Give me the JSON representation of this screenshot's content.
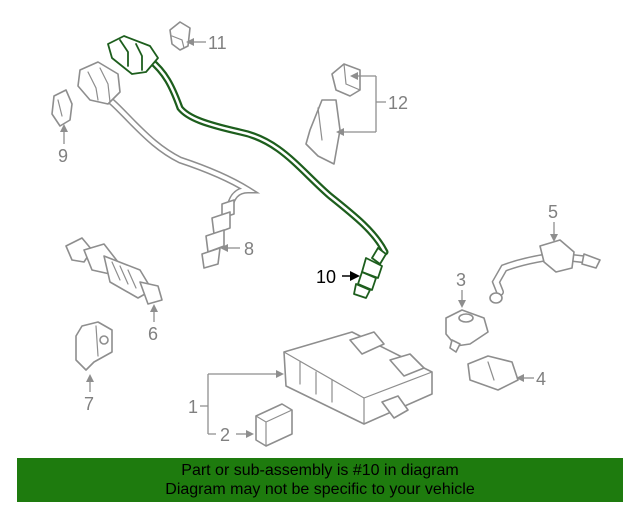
{
  "callouts": {
    "c1": "1",
    "c2": "2",
    "c3": "3",
    "c4": "4",
    "c5": "5",
    "c6": "6",
    "c7": "7",
    "c8": "8",
    "c9": "9",
    "c10": "10",
    "c11": "11",
    "c12": "12"
  },
  "highlighted_part": "10",
  "colors": {
    "highlight": "#1d5e1d",
    "banner_background": "#1e7b0e",
    "part_outline": "#8e8e8e"
  },
  "banner": {
    "line1": "Part or sub-assembly is #10 in diagram",
    "line2": "Diagram may not be specific to your vehicle"
  }
}
